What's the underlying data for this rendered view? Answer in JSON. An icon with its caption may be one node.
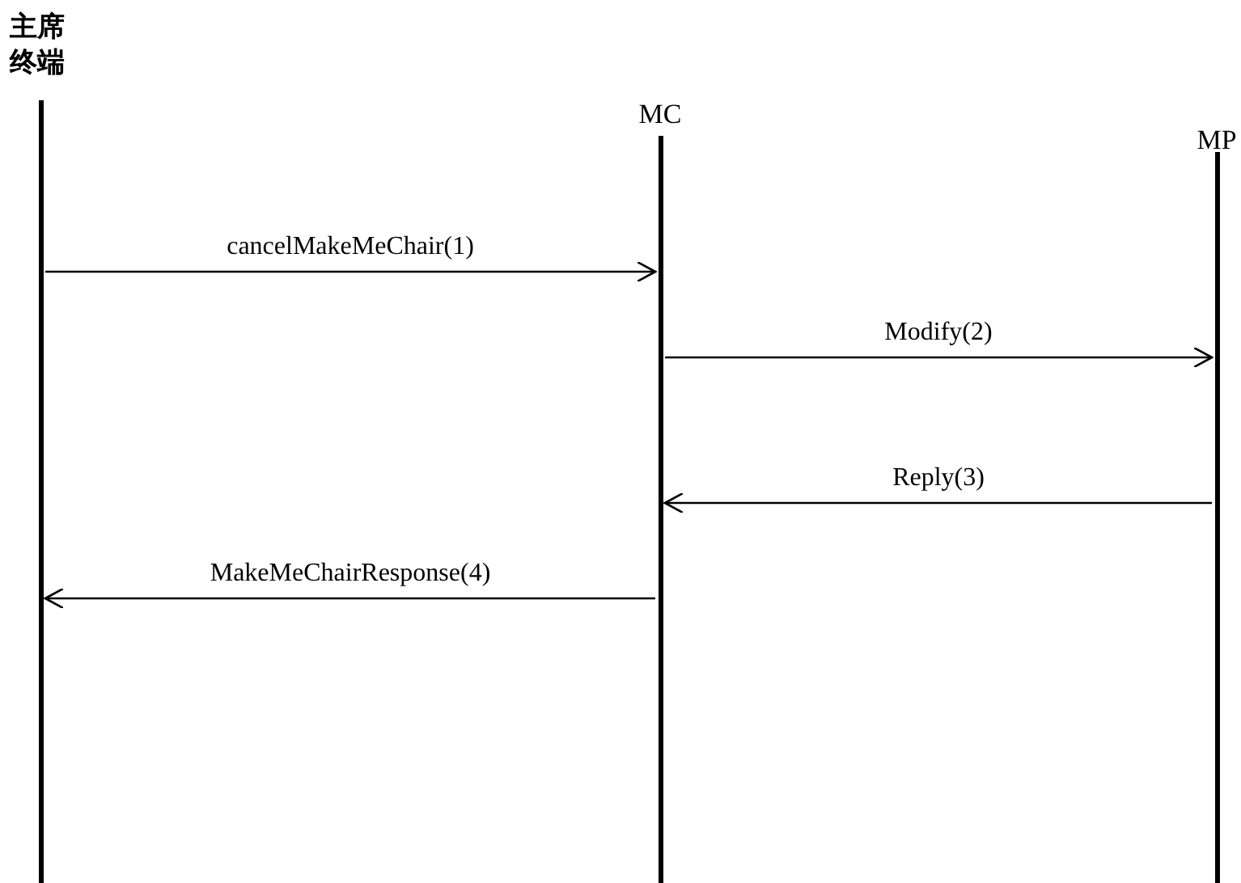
{
  "diagram": {
    "nodes": [
      {
        "text": [
          "主席终端"
        ]
      },
      {
        "text": [
          "MC"
        ]
      },
      {
        "text": [
          "MP"
        ]
      }
    ],
    "edges": [
      {
        "from": 0,
        "to": 1,
        "arrow": "to",
        "label": "cancelMakeMeChair(1)"
      },
      {
        "from": 1,
        "to": 2,
        "arrow": "to",
        "label": "Modify(2)"
      },
      {
        "from": 2,
        "to": 1,
        "arrow": "to",
        "label": "Reply(3)"
      },
      {
        "from": 1,
        "to": 0,
        "arrow": "to",
        "label": "MakeMeChairResponse(4)"
      }
    ]
  }
}
